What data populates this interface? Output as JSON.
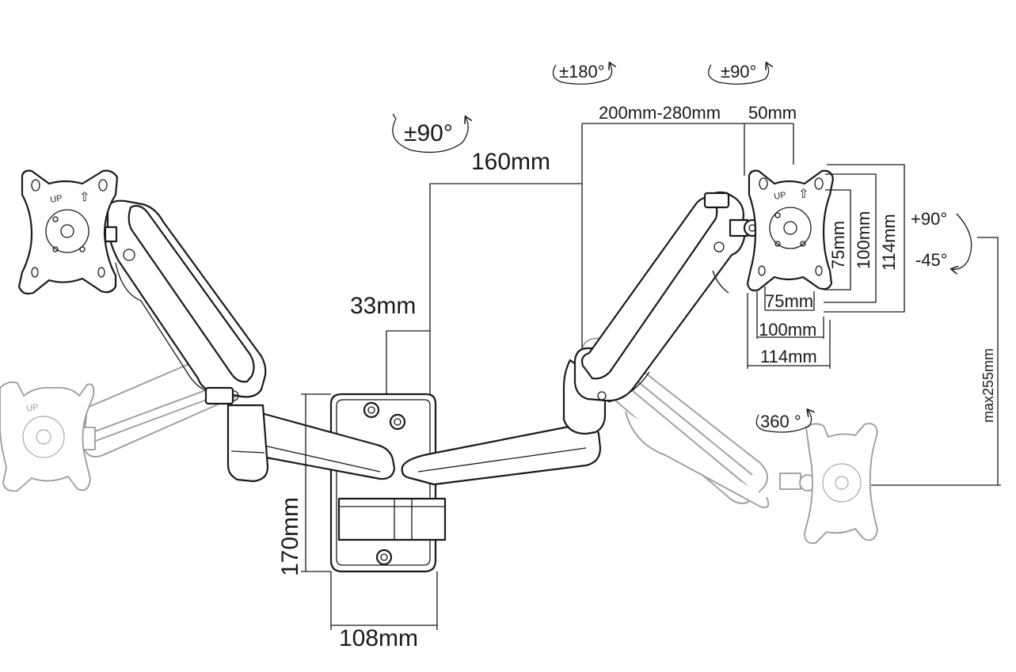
{
  "dimensions": {
    "arm_reach": "160mm",
    "pole_offset": "33mm",
    "bracket_height": "170mm",
    "bracket_width": "108mm",
    "extension_range": "200mm-280mm",
    "tilt_offset": "50mm",
    "height_range": "max255mm",
    "vesa_75": "75mm",
    "vesa_100": "100mm",
    "plate_size": "114mm"
  },
  "rotations": {
    "arm_swivel": "±90°",
    "swivel_180": "±180°",
    "swivel_90": "±90°",
    "tilt_up": "+90°",
    "tilt_down": "-45°",
    "rotate_360": "360 °"
  },
  "plate_marks": {
    "up": "UP",
    "arrow": "⇧"
  },
  "colors": {
    "line": "#1a1a1a",
    "ghost": "#9a9a9a"
  }
}
